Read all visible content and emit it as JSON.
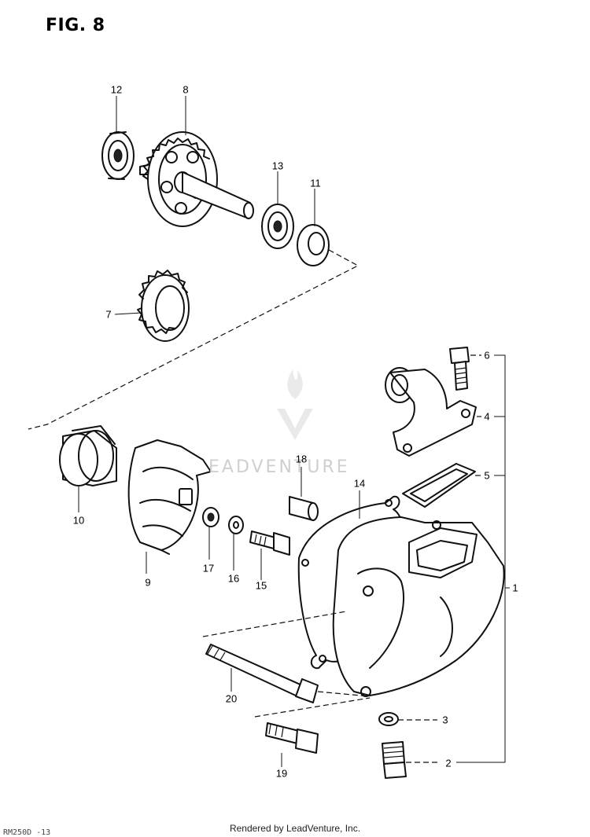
{
  "figure": {
    "title": "FIG. 8",
    "watermark": "EADVENTURE",
    "footer": "Rendered by LeadVenture, Inc.",
    "corner_code": "RM250D  -13"
  },
  "callouts": [
    {
      "id": "12",
      "label": "12"
    },
    {
      "id": "8",
      "label": "8"
    },
    {
      "id": "13",
      "label": "13"
    },
    {
      "id": "11",
      "label": "11"
    },
    {
      "id": "7",
      "label": "7"
    },
    {
      "id": "6",
      "label": "6"
    },
    {
      "id": "4",
      "label": "4"
    },
    {
      "id": "5",
      "label": "5"
    },
    {
      "id": "18",
      "label": "18"
    },
    {
      "id": "14",
      "label": "14"
    },
    {
      "id": "10",
      "label": "10"
    },
    {
      "id": "9",
      "label": "9"
    },
    {
      "id": "17",
      "label": "17"
    },
    {
      "id": "16",
      "label": "16"
    },
    {
      "id": "15",
      "label": "15"
    },
    {
      "id": "1",
      "label": "1"
    },
    {
      "id": "20",
      "label": "20"
    },
    {
      "id": "3",
      "label": "3"
    },
    {
      "id": "19",
      "label": "19"
    },
    {
      "id": "2",
      "label": "2"
    }
  ]
}
